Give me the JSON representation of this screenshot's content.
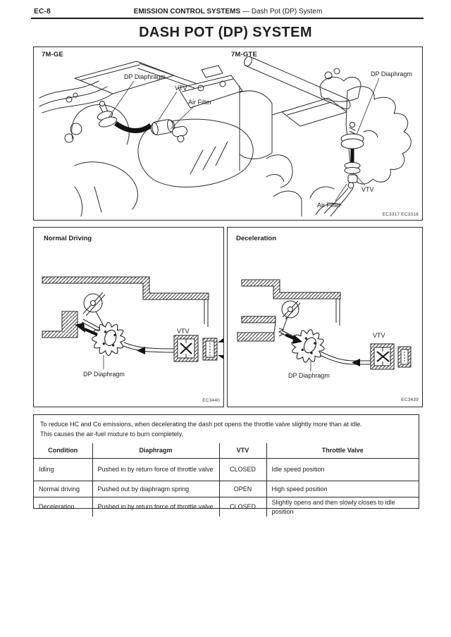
{
  "page": {
    "page_number": "EC-8",
    "header_title": "EMISSION CONTROL SYSTEMS",
    "header_subtitle": " — Dash Pot (DP) System",
    "title": "DASH POT (DP) SYSTEM"
  },
  "engine_figure": {
    "left": {
      "variant": "7M-GE",
      "labels": {
        "dp_diaphragm": "DP Diaphragm",
        "vtv": "VTV",
        "air_filter": "Air Filter"
      }
    },
    "right": {
      "variant": "7M-GTE",
      "labels": {
        "dp_diaphragm": "DP Diaphragm",
        "vtv": "VTV",
        "air_filter": "Air Filter"
      }
    },
    "code": "EC3317 EC3318"
  },
  "operation_figure": {
    "normal_driving": {
      "title": "Normal Driving",
      "labels": {
        "vtv": "VTV",
        "dp_diaphragm": "DP Diaphragm"
      },
      "code": "EC3440"
    },
    "deceleration": {
      "title": "Deceleration",
      "labels": {
        "vtv": "VTV",
        "dp_diaphragm": "DP Diaphragm"
      },
      "code": "EC3439"
    }
  },
  "description": {
    "line1": "To reduce HC and Co emissions, when decelerating the dash pot opens the throttle valve slightly more than at idle.",
    "line2": "This causes the air-fuel mixture to burn completely."
  },
  "table": {
    "headers": [
      "Condition",
      "Diaphragm",
      "VTV",
      "Throttle Valve"
    ],
    "rows": [
      {
        "condition": "Idling",
        "diaphragm": "Pushed in by return force of throttle valve",
        "vtv": "CLOSED",
        "throttle_valve": "Idle speed position"
      },
      {
        "condition": "Normal driving",
        "diaphragm": "Pushed out by diaphragm spring",
        "vtv": "OPEN",
        "throttle_valve": "High speed position"
      },
      {
        "condition": "Deceleration",
        "diaphragm": "Pushed in by return force of throttle valve",
        "vtv": "CLOSED",
        "throttle_valve": "Slightly opens and then slowly closes to idle position"
      }
    ]
  },
  "colors": {
    "ink": "#1e1e1e",
    "paper": "#ffffff"
  }
}
